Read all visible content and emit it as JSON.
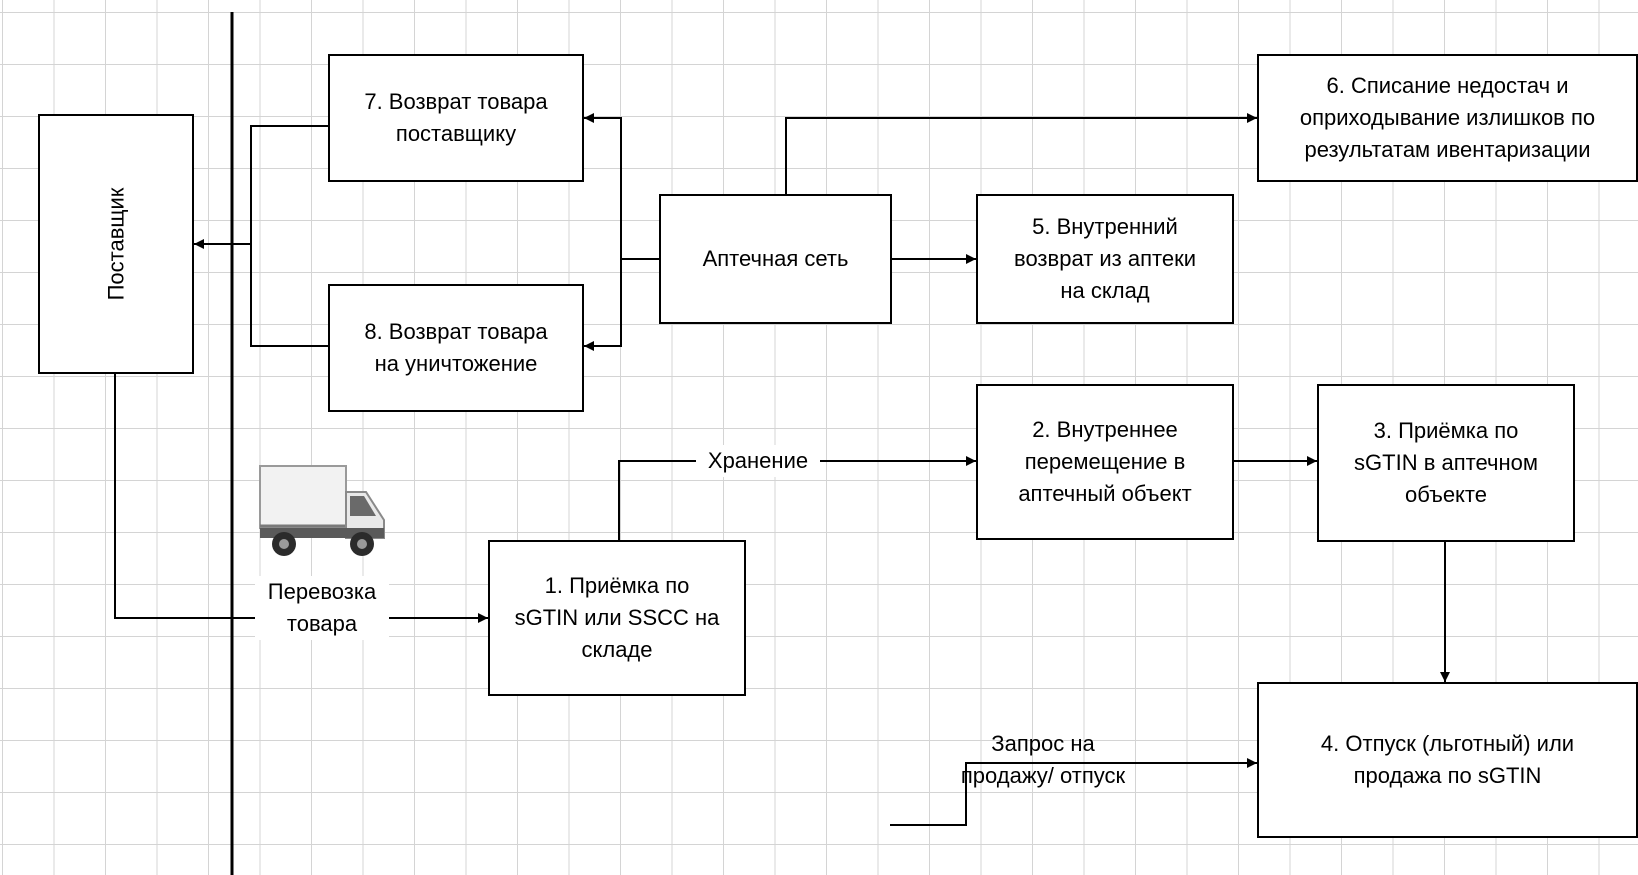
{
  "nodes": {
    "supplier": "Поставщик",
    "n1": "1. Приёмка по\nsGTIN или SSCC на\nскладе",
    "n2": "2. Внутреннее\nперемещение в\nаптечный объект",
    "n3": "3. Приёмка по\nsGTIN в аптечном\nобъекте",
    "n4": "4. Отпуск (льготный) или\nпродажа по sGTIN",
    "n5": "5. Внутренний\nвозврат из аптеки\nна склад",
    "n6": "6. Списание недостач и\nоприходывание излишков по\nрезультатам ивентаризации",
    "n7": "7. Возврат товара\nпоставщику",
    "n8": "8. Возврат товара\nна уничтожение",
    "pharmacy": "Аптечная сеть"
  },
  "edge_labels": {
    "transport": "Перевозка\nтовара",
    "storage": "Хранение",
    "request": "Запрос на\nпродажу/ отпуск"
  },
  "icons": {
    "truck": "truck-icon"
  },
  "colors": {
    "line": "#000000",
    "grid": "#d4d4d4",
    "background": "#ffffff"
  }
}
